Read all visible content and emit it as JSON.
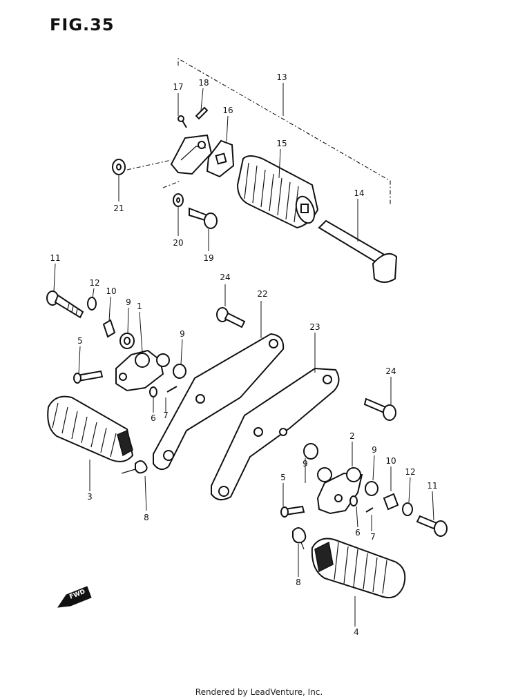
{
  "figure": {
    "title": "FIG.35"
  },
  "footer": {
    "credit": "Rendered by LeadVenture, Inc."
  },
  "direction_marker": {
    "text": "FWD"
  },
  "callouts": {
    "c1": "1",
    "c2": "2",
    "c3": "3",
    "c4": "4",
    "c5a": "5",
    "c5b": "5",
    "c6a": "6",
    "c6b": "6",
    "c7a": "7",
    "c7b": "7",
    "c8a": "8",
    "c8b": "8",
    "c9a": "9",
    "c9b": "9",
    "c9c": "9",
    "c9d": "9",
    "c10a": "10",
    "c10b": "10",
    "c11a": "11",
    "c11b": "11",
    "c12a": "12",
    "c12b": "12",
    "c13": "13",
    "c14": "14",
    "c15": "15",
    "c16": "16",
    "c17": "17",
    "c18": "18",
    "c19": "19",
    "c20": "20",
    "c21": "21",
    "c22": "22",
    "c23": "23",
    "c24a": "24",
    "c24b": "24"
  }
}
